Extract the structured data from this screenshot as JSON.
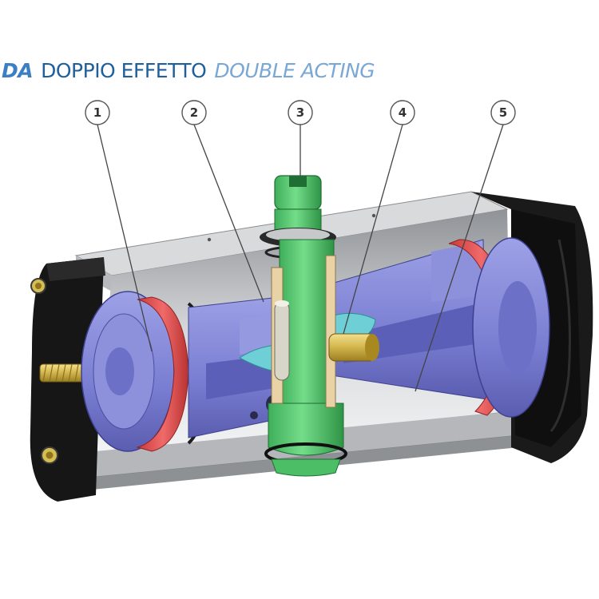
{
  "title": {
    "code": "DA",
    "italian": "DOPPIO EFFETTO",
    "english": "DOUBLE ACTING"
  },
  "callouts": [
    "1",
    "2",
    "3",
    "4",
    "5"
  ],
  "colors": {
    "accent_blue": "#3a7fc4",
    "piston_blue": "#7f83d6",
    "pinion_green": "#5fcf78",
    "seal_red": "#e04e4e",
    "body_gray": "#c4c6c8",
    "endcap_black": "#141414",
    "brass": "#d8bf5a"
  }
}
